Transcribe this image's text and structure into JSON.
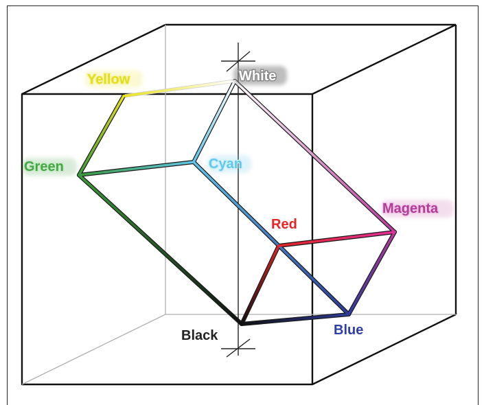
{
  "diagram": {
    "labels": {
      "white": "White",
      "yellow": "Yellow",
      "cyan": "Cyan",
      "green": "Green",
      "magenta": "Magenta",
      "red": "Red",
      "blue": "Blue",
      "black": "Black"
    },
    "colors": {
      "white": "#ffffff",
      "yellow": "#e8e21a",
      "cyan": "#5fc4e6",
      "green": "#3a9a3a",
      "magenta": "#b8399a",
      "red": "#e02424",
      "blue": "#2c3a9a",
      "black": "#111111",
      "label_white": "#ffffff",
      "label_yellow": "#e4df14",
      "label_cyan": "#5fc9ea",
      "label_green": "#45a845",
      "label_magenta": "#b23c98",
      "label_red": "#e82424",
      "label_blue": "#2f3fa6",
      "label_black": "#222222"
    }
  }
}
